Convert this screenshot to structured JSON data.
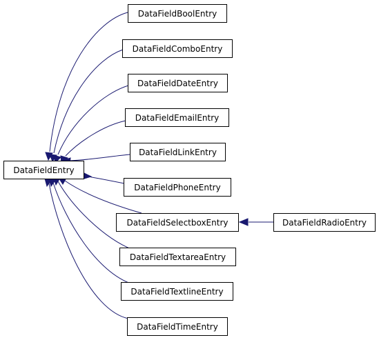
{
  "diagram": {
    "colors": {
      "edge": "#191970",
      "box_border": "#000000",
      "box_fill": "#ffffff",
      "text": "#000000"
    },
    "nodes": {
      "base": "DataFieldEntry",
      "bool": "DataFieldBoolEntry",
      "combo": "DataFieldComboEntry",
      "date": "DataFieldDateEntry",
      "email": "DataFieldEmailEntry",
      "link": "DataFieldLinkEntry",
      "phone": "DataFieldPhoneEntry",
      "selectbox": "DataFieldSelectboxEntry",
      "radio": "DataFieldRadioEntry",
      "textarea": "DataFieldTextareaEntry",
      "textline": "DataFieldTextlineEntry",
      "time": "DataFieldTimeEntry"
    },
    "edges": [
      {
        "from": "bool",
        "to": "base"
      },
      {
        "from": "combo",
        "to": "base"
      },
      {
        "from": "date",
        "to": "base"
      },
      {
        "from": "email",
        "to": "base"
      },
      {
        "from": "link",
        "to": "base"
      },
      {
        "from": "phone",
        "to": "base"
      },
      {
        "from": "selectbox",
        "to": "base"
      },
      {
        "from": "textarea",
        "to": "base"
      },
      {
        "from": "textline",
        "to": "base"
      },
      {
        "from": "time",
        "to": "base"
      },
      {
        "from": "radio",
        "to": "selectbox"
      }
    ]
  }
}
